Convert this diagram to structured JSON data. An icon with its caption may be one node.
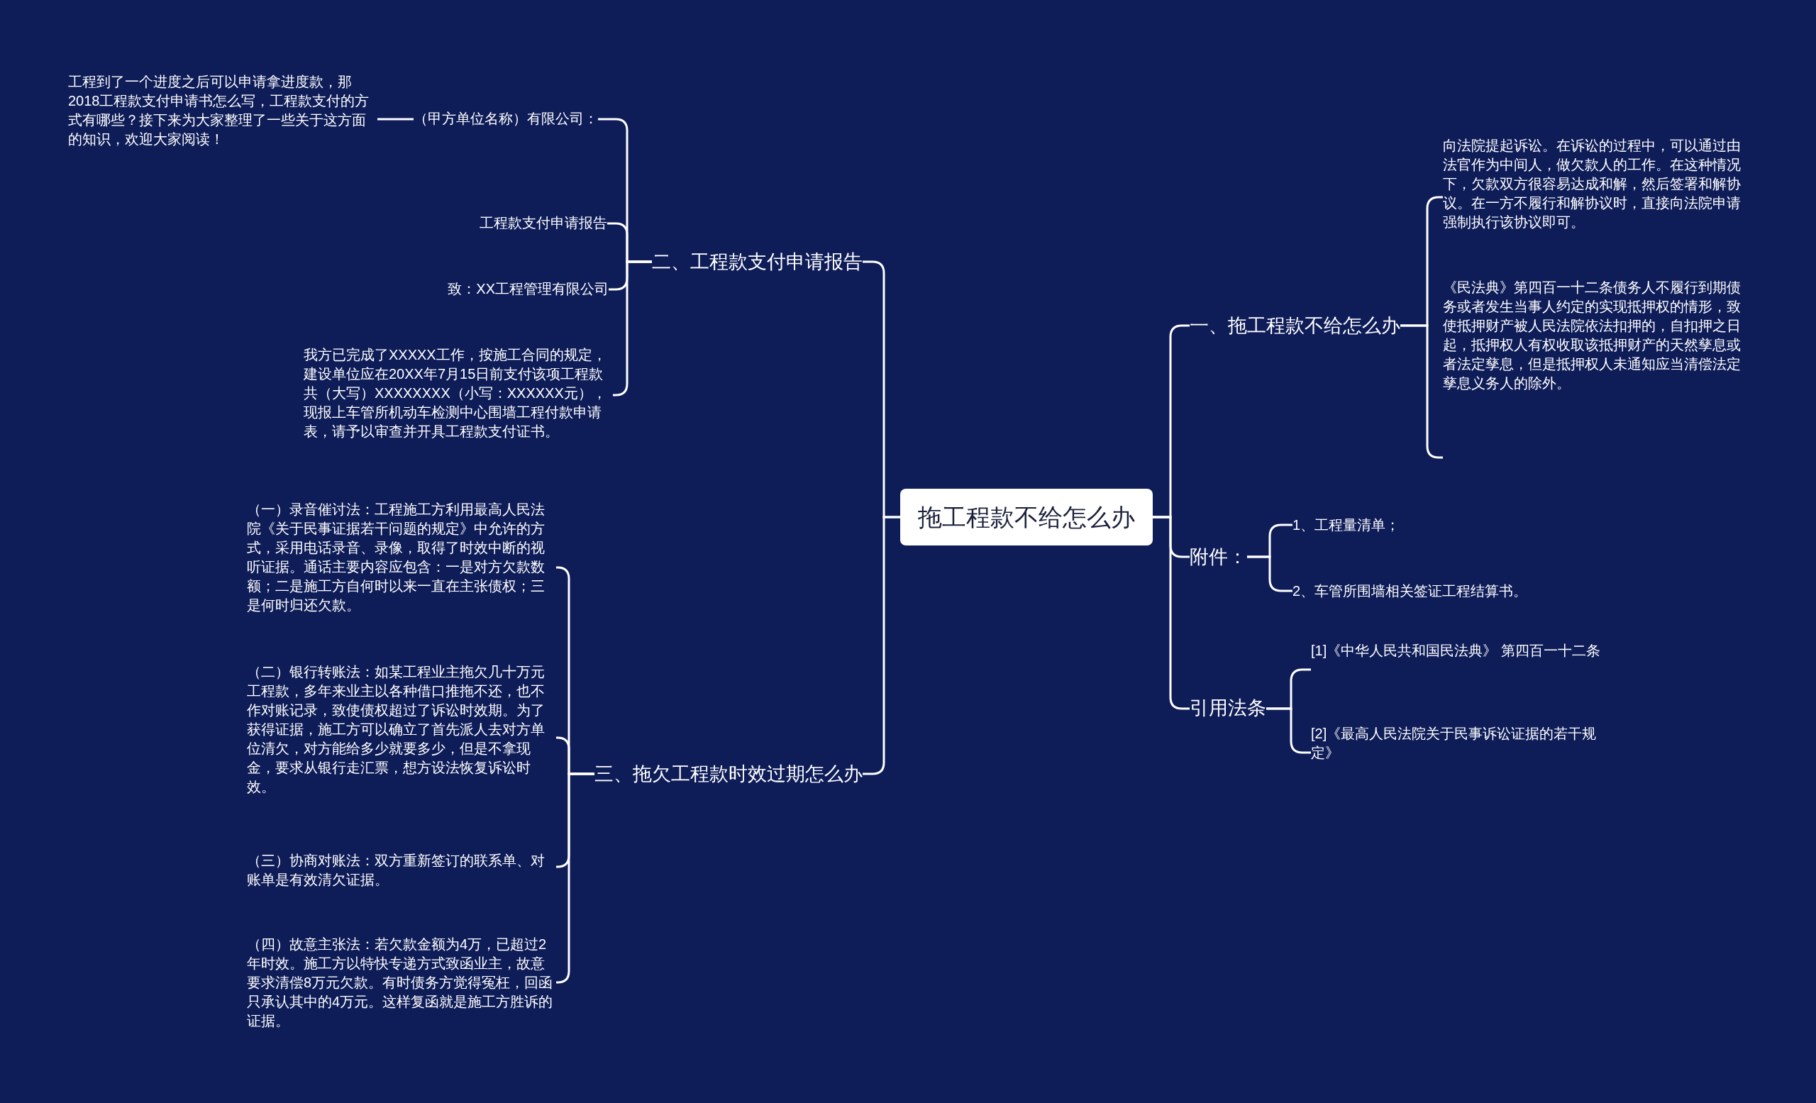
{
  "diagram": {
    "nodes": [
      {
        "text": [
          "拖工程款不给怎么办"
        ]
      },
      {
        "text": [
          "二、工程款支付申请报告"
        ]
      },
      {
        "text": [
          "（甲方单位名称）有限公司："
        ]
      },
      {
        "text": [
          "工程到了一个进度之后可以申请拿进度款，那2018工程款支付申请书怎么写，工程款支付的方式有哪些？接下来为大家整理了一些关于这方面的知识，欢迎大家阅读！"
        ]
      },
      {
        "text": [
          "工程款支付申请报告"
        ]
      },
      {
        "text": [
          "致：XX工程管理有限公司"
        ]
      },
      {
        "text": [
          "我方已完成了XXXXX工作，按施工合同的规定，建设单位应在20XX年7月15日前支付该项工程款共（大写）XXXXXXXX（小写：XXXXXX元），现报上车管所机动车检测中心围墙工程付款申请表，请予以审查并开具工程款支付证书。"
        ]
      },
      {
        "text": [
          "三、拖欠工程款时效过期怎么办"
        ]
      },
      {
        "text": [
          "（一）录音催讨法：工程施工方利用最高人民法院《关于民事证据若干问题的规定》中允许的方式，采用电话录音、录像，取得了时效中断的视听证据。通话主要内容应包含：一是对方欠款数额；二是施工方自何时以来一直在主张债权；三是何时归还欠款。"
        ]
      },
      {
        "text": [
          "（二）银行转账法：如某工程业主拖欠几十万元工程款，多年来业主以各种借口推拖不还，也不作对账记录，致使债权超过了诉讼时效期。为了获得证据，施工方可以确立了首先派人去对方单位清欠，对方能给多少就要多少，但是不拿现金，要求从银行走汇票，想方设法恢复诉讼时效。"
        ]
      },
      {
        "text": [
          "（三）协商对账法：双方重新签订的联系单、对账单是有效清欠证据。"
        ]
      },
      {
        "text": [
          "（四）故意主张法：若欠款金额为4万，已超过2年时效。施工方以特快专递方式致函业主，故意要求清偿8万元欠款。有时债务方觉得冤枉，回函只承认其中的4万元。这样复函就是施工方胜诉的证据。"
        ]
      },
      {
        "text": [
          "一、拖工程款不给怎么办"
        ]
      },
      {
        "text": [
          "向法院提起诉讼。在诉讼的过程中，可以通过由法官作为中间人，做欠款人的工作。在这种情况下，欠款双方很容易达成和解，然后签署和解协议。在一方不履行和解协议时，直接向法院申请强制执行该协议即可。"
        ]
      },
      {
        "text": [
          "《民法典》第四百一十二条债务人不履行到期债务或者发生当事人约定的实现抵押权的情形，致使抵押财产被人民法院依法扣押的，自扣押之日起，抵押权人有权收取该抵押财产的天然孳息或者法定孳息，但是抵押权人未通知应当清偿法定孳息义务人的除外。"
        ]
      },
      {
        "text": [
          "附件："
        ]
      },
      {
        "text": [
          "1、工程量清单；"
        ]
      },
      {
        "text": [
          "2、车管所围墙相关签证工程结算书。"
        ]
      },
      {
        "text": [
          "引用法条"
        ]
      },
      {
        "text": [
          "[1]《中华人民共和国民法典》 第四百一十二条"
        ]
      },
      {
        "text": [
          "[2]《最高人民法院关于民事诉讼证据的若干规定》"
        ]
      }
    ],
    "edges": [
      {
        "from": 0,
        "to": 1,
        "arrow": "none"
      },
      {
        "from": 1,
        "to": 2,
        "arrow": "none"
      },
      {
        "from": 2,
        "to": 3,
        "arrow": "none"
      },
      {
        "from": 1,
        "to": 4,
        "arrow": "none"
      },
      {
        "from": 1,
        "to": 5,
        "arrow": "none"
      },
      {
        "from": 1,
        "to": 6,
        "arrow": "none"
      },
      {
        "from": 0,
        "to": 7,
        "arrow": "none"
      },
      {
        "from": 7,
        "to": 8,
        "arrow": "none"
      },
      {
        "from": 7,
        "to": 9,
        "arrow": "none"
      },
      {
        "from": 7,
        "to": 10,
        "arrow": "none"
      },
      {
        "from": 7,
        "to": 11,
        "arrow": "none"
      },
      {
        "from": 0,
        "to": 12,
        "arrow": "none"
      },
      {
        "from": 12,
        "to": 13,
        "arrow": "none"
      },
      {
        "from": 12,
        "to": 14,
        "arrow": "none"
      },
      {
        "from": 0,
        "to": 15,
        "arrow": "none"
      },
      {
        "from": 15,
        "to": 16,
        "arrow": "none"
      },
      {
        "from": 15,
        "to": 17,
        "arrow": "none"
      },
      {
        "from": 0,
        "to": 18,
        "arrow": "none"
      },
      {
        "from": 18,
        "to": 19,
        "arrow": "none"
      },
      {
        "from": 18,
        "to": 20,
        "arrow": "none"
      }
    ]
  }
}
